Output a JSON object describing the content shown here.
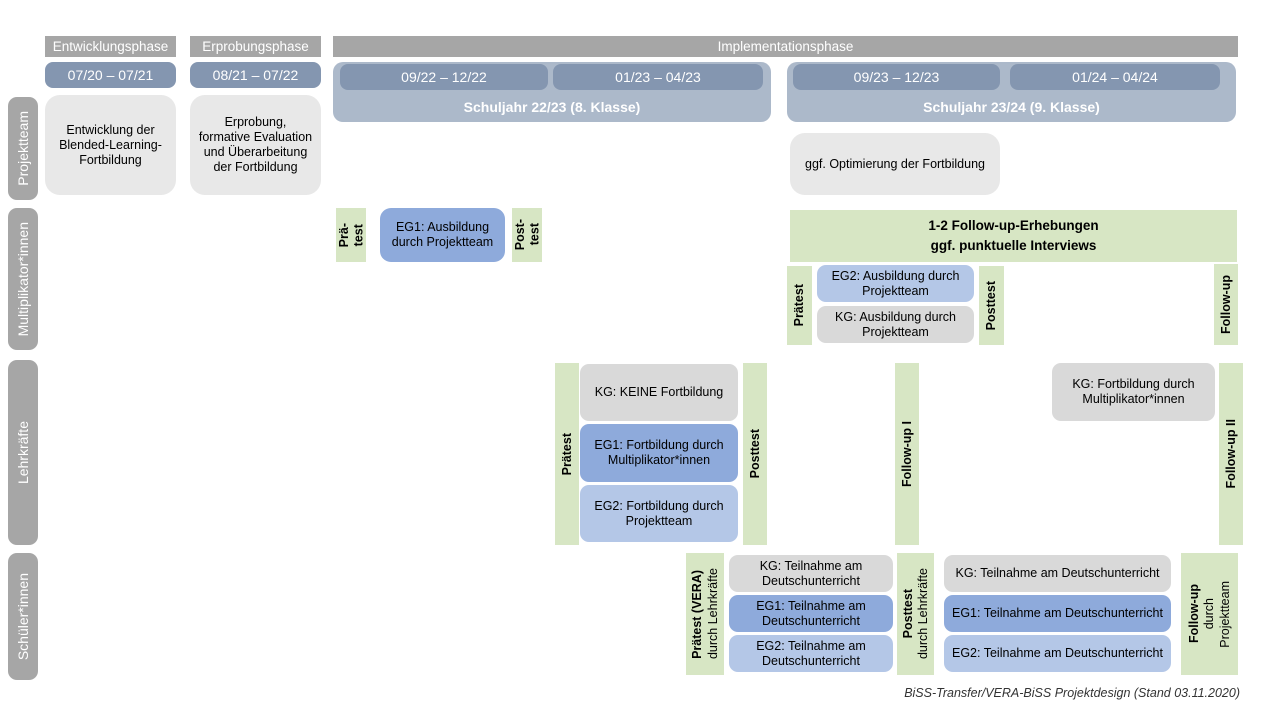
{
  "caption": "BiSS-Transfer/VERA-BiSS Projektdesign (Stand 03.11.2020)",
  "colors": {
    "header_gray": "#A6A6A6",
    "date_blue": "#8496B0",
    "school_year_band": "#ACB9CA",
    "eg1_blue": "#8EAADB",
    "eg2_blue": "#B4C7E7",
    "kg_gray": "#D9D9D9",
    "info_gray_box": "#E8E8E8",
    "test_green": "#D7E6C4"
  },
  "rows": {
    "projektteam": "Projektteam",
    "multiplikatorinnen": "Multiplikator*innen",
    "lehrkraefte": "Lehrkräfte",
    "schuelerinnen": "Schüler*innen"
  },
  "phases": [
    {
      "label": "Entwicklungsphase",
      "date": "07/20 – 07/21"
    },
    {
      "label": "Erprobungsphase",
      "date": "08/21 – 07/22"
    },
    {
      "label": "Implementationsphase"
    }
  ],
  "school_years": [
    {
      "label": "Schuljahr 22/23 (8. Klasse)",
      "dates": [
        "09/22 – 12/22",
        "01/23 – 04/23"
      ]
    },
    {
      "label": "Schuljahr 23/24 (9. Klasse)",
      "dates": [
        "09/23 – 12/23",
        "01/24 – 04/24"
      ]
    }
  ],
  "projektteam": {
    "entwicklung": "Entwicklung der Blended-Learning-Fortbildung",
    "erprobung": "Erprobung, formative Evaluation und Überarbeitung der Fortbildung",
    "optimierung": "ggf. Optimierung der Fortbildung"
  },
  "multiplikatoren": {
    "praetest_split": "Prä-\ntest",
    "eg1": "EG1: Ausbildung durch Projektteam",
    "posttest_split": "Post-\ntest",
    "followup_box": "1-2 Follow-up-Erhebungen\nggf. punktuelle Interviews",
    "praetest": "Prätest",
    "eg2": "EG2: Ausbildung durch Projektteam",
    "kg": "KG: Ausbildung durch Projektteam",
    "posttest": "Posttest",
    "followup": "Follow-up"
  },
  "lehrkraefte": {
    "praetest": "Prätest",
    "kg_keine": "KG: KEINE Fortbildung",
    "eg1": "EG1: Fortbildung durch Multiplikator*innen",
    "eg2": "EG2: Fortbildung durch Projektteam",
    "posttest": "Posttest",
    "followup1": "Follow-up I",
    "kg_fortbildung": "KG: Fortbildung durch Multiplikator*innen",
    "followup2": "Follow-up II"
  },
  "schueler": {
    "praetest_main": "Prätest (VERA)",
    "praetest_sub": "durch Lehrkräfte",
    "kg": "KG: Teilnahme am Deutschunterricht",
    "eg1": "EG1: Teilnahme am Deutschunterricht",
    "eg2": "EG2: Teilnahme am Deutschunterricht",
    "posttest_main": "Posttest",
    "posttest_sub": "durch Lehrkräfte",
    "followup_main": "Follow-up",
    "followup_sub1": "durch",
    "followup_sub2": "Projektteam"
  }
}
